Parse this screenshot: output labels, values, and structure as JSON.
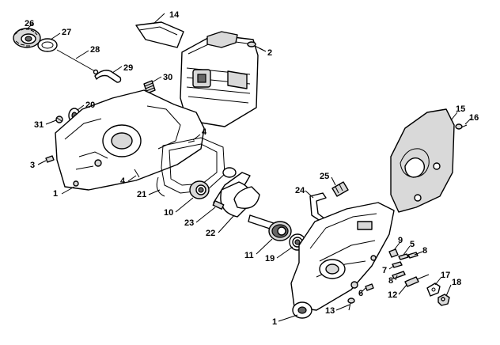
{
  "callouts": [
    {
      "id": "c26",
      "label": "26"
    },
    {
      "id": "c27",
      "label": "27"
    },
    {
      "id": "c28",
      "label": "28"
    },
    {
      "id": "c29",
      "label": "29"
    },
    {
      "id": "c14",
      "label": "14"
    },
    {
      "id": "c2",
      "label": "2"
    },
    {
      "id": "c30",
      "label": "30"
    },
    {
      "id": "c20",
      "label": "20"
    },
    {
      "id": "c31",
      "label": "31"
    },
    {
      "id": "c3",
      "label": "3"
    },
    {
      "id": "c1a",
      "label": "1"
    },
    {
      "id": "c4a",
      "label": "4"
    },
    {
      "id": "c4b",
      "label": "4"
    },
    {
      "id": "c21",
      "label": "21"
    },
    {
      "id": "c10",
      "label": "10"
    },
    {
      "id": "c23",
      "label": "23"
    },
    {
      "id": "c22",
      "label": "22"
    },
    {
      "id": "c25",
      "label": "25"
    },
    {
      "id": "c24",
      "label": "24"
    },
    {
      "id": "c11",
      "label": "11"
    },
    {
      "id": "c19",
      "label": "19"
    },
    {
      "id": "c15",
      "label": "15"
    },
    {
      "id": "c16",
      "label": "16"
    },
    {
      "id": "c9",
      "label": "9"
    },
    {
      "id": "c5",
      "label": "5"
    },
    {
      "id": "c8a",
      "label": "8"
    },
    {
      "id": "c7",
      "label": "7"
    },
    {
      "id": "c8b",
      "label": "8"
    },
    {
      "id": "c17",
      "label": "17"
    },
    {
      "id": "c18",
      "label": "18"
    },
    {
      "id": "c6",
      "label": "6"
    },
    {
      "id": "c12",
      "label": "12"
    },
    {
      "id": "c13",
      "label": "13"
    },
    {
      "id": "c1b",
      "label": "1"
    }
  ]
}
